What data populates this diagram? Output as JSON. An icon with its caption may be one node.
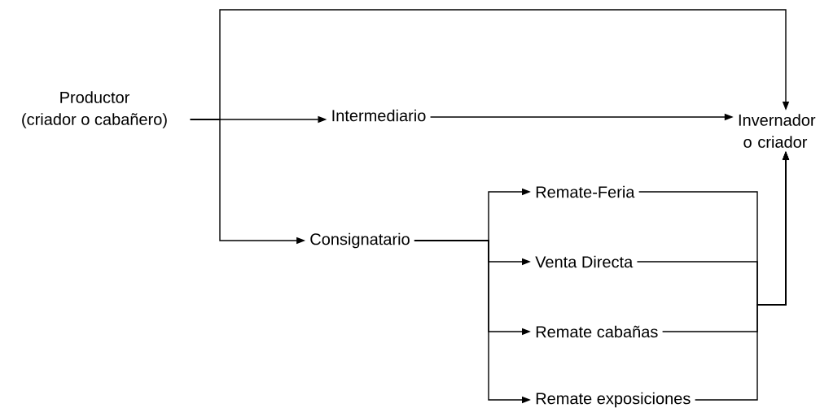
{
  "diagram": {
    "nodes": [
      {
        "text": [
          "Productor (criador o cabañero)"
        ]
      },
      {
        "text": [
          "Intermediario"
        ]
      },
      {
        "text": [
          "Invernador o criador"
        ]
      },
      {
        "text": [
          "Consignatario"
        ]
      },
      {
        "text": [
          "Remate-Feria"
        ]
      },
      {
        "text": [
          "Venta Directa"
        ]
      },
      {
        "text": [
          "Remate cabañas"
        ]
      },
      {
        "text": [
          "Remate exposiciones"
        ]
      }
    ],
    "edges": [
      {
        "from": 0,
        "to": 1,
        "arrow": "to"
      },
      {
        "from": 1,
        "to": 2,
        "arrow": "to"
      },
      {
        "from": 0,
        "to": 2,
        "arrow": "to"
      },
      {
        "from": 0,
        "to": 3,
        "arrow": "to"
      },
      {
        "from": 3,
        "to": 4,
        "arrow": "to"
      },
      {
        "from": 3,
        "to": 5,
        "arrow": "to"
      },
      {
        "from": 3,
        "to": 6,
        "arrow": "to"
      },
      {
        "from": 3,
        "to": 7,
        "arrow": "to"
      },
      {
        "from": 4,
        "to": 2,
        "arrow": "to"
      },
      {
        "from": 5,
        "to": 2,
        "arrow": "to"
      },
      {
        "from": 6,
        "to": 2,
        "arrow": "to"
      },
      {
        "from": 7,
        "to": 2,
        "arrow": "to"
      }
    ]
  }
}
